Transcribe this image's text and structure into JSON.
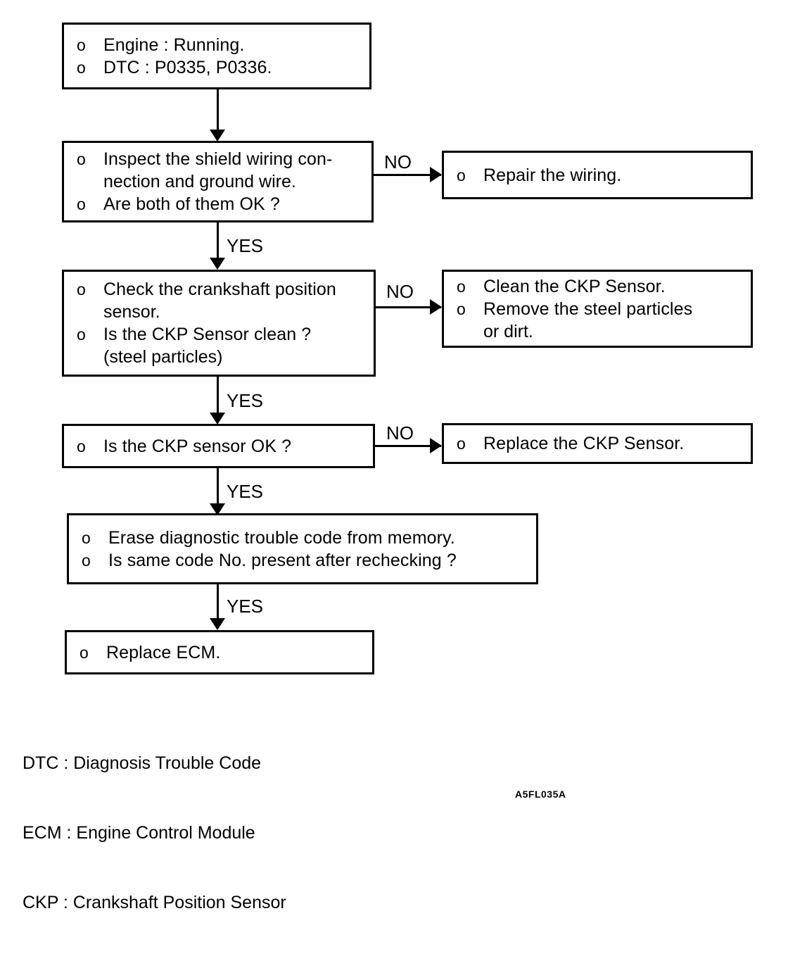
{
  "diagram": {
    "figure_code": "A5FL035A",
    "nodes": {
      "start": {
        "lines": [
          "Engine : Running.",
          "DTC : P0335, P0336."
        ]
      },
      "check_shield": {
        "lines": [
          "Inspect the shield wiring con-",
          "nection and ground wire.",
          "Are both of them OK ?"
        ],
        "line1": "Inspect the shield wiring con-",
        "line1_cont": "nection and ground wire.",
        "line2": "Are both of them OK ?"
      },
      "repair_wiring": {
        "line1": "Repair the wiring."
      },
      "check_ckp": {
        "line1": "Check the crankshaft position",
        "line1_cont": "sensor.",
        "line2": "Is the CKP Sensor clean ?",
        "line2_cont": "(steel particles)"
      },
      "clean_ckp": {
        "line1": "Clean the CKP Sensor.",
        "line2": "Remove the steel particles",
        "line2_cont": "or dirt."
      },
      "ckp_ok": {
        "line1": "Is the CKP sensor OK ?"
      },
      "replace_ckp": {
        "line1": "Replace the CKP Sensor."
      },
      "erase_dtc": {
        "line1": "Erase diagnostic trouble code from memory.",
        "line2": "Is same code No. present after rechecking ?"
      },
      "replace_ecm": {
        "line1": "Replace ECM."
      }
    },
    "edge_labels": {
      "no_1": "NO",
      "no_2": "NO",
      "no_3": "NO",
      "yes_1": "YES",
      "yes_2": "YES",
      "yes_3": "YES",
      "yes_4": "YES"
    },
    "bullet_glyph": "o",
    "legend": [
      "DTC : Diagnosis Trouble Code",
      "ECM : Engine Control Module",
      "CKP : Crankshaft Position Sensor"
    ],
    "colors": {
      "line": "#000000",
      "background": "#ffffff"
    }
  }
}
